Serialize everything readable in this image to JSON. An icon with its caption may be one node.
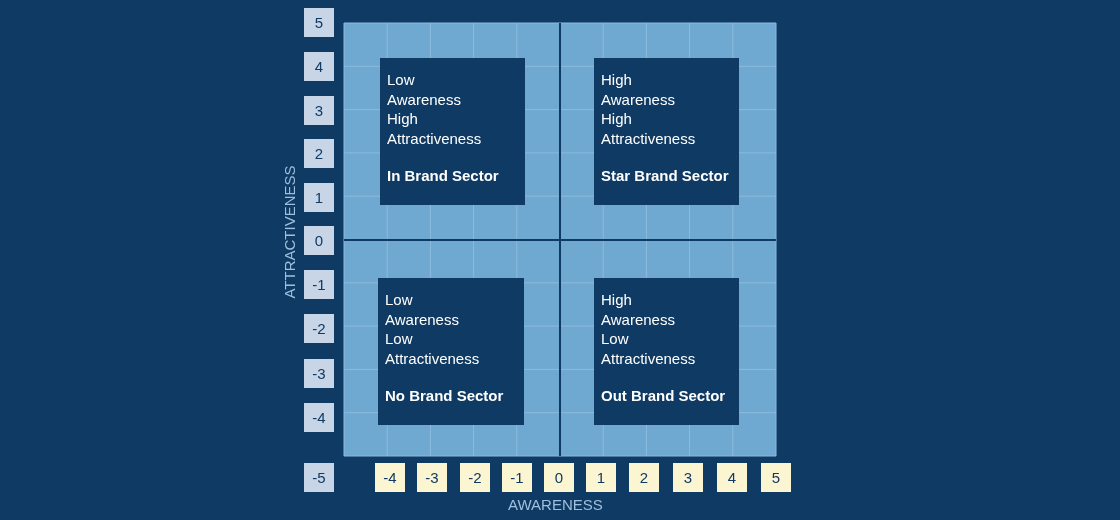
{
  "diagram": {
    "nodes": [
      {
        "text": [
          "Low Awareness High Attractiveness",
          "In Brand Sector"
        ]
      },
      {
        "text": [
          "High Awareness High Attractiveness",
          "Star Brand Sector"
        ]
      },
      {
        "text": [
          "Low Awareness Low Attractiveness",
          "No Brand Sector"
        ]
      },
      {
        "text": [
          "High Awareness Low Attractiveness",
          "Out Brand Sector"
        ]
      }
    ],
    "edges": [],
    "labels": [
      "ATTRACTIVENESS",
      "5",
      "4",
      "3",
      "2",
      "1",
      "0",
      "-1",
      "-2",
      "-3",
      "-4",
      "-5",
      "-4",
      "-3",
      "-2",
      "-1",
      "0",
      "1",
      "2",
      "3",
      "4",
      "5",
      "AWARENESS"
    ]
  }
}
